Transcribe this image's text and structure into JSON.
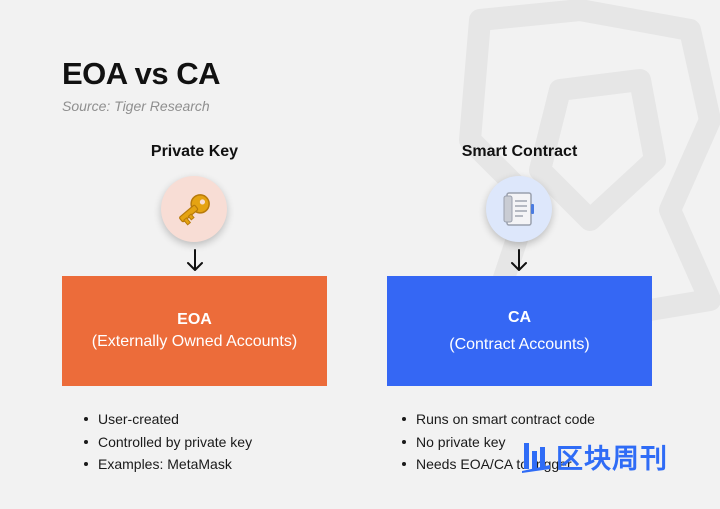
{
  "header": {
    "title": "EOA vs CA",
    "source": "Source: Tiger Research"
  },
  "colors": {
    "eoa": "#ec6c3a",
    "ca": "#3567f4",
    "key_circle": "#f8ddd5",
    "contract_circle": "#dde7fb"
  },
  "left": {
    "heading": "Private Key",
    "icon": "key-icon",
    "box_title": "EOA",
    "box_subtitle": "(Externally Owned Accounts)",
    "bullets": [
      "User-created",
      "Controlled by private key",
      "Examples: MetaMask"
    ]
  },
  "right": {
    "heading": "Smart Contract",
    "icon": "contract-document-icon",
    "box_title": "CA",
    "box_subtitle": "(Contract Accounts)",
    "bullets": [
      "Runs on smart contract code",
      "No private key",
      "Needs EOA/CA to trigger"
    ]
  },
  "watermark_logo": {
    "text": "区块周刊"
  }
}
